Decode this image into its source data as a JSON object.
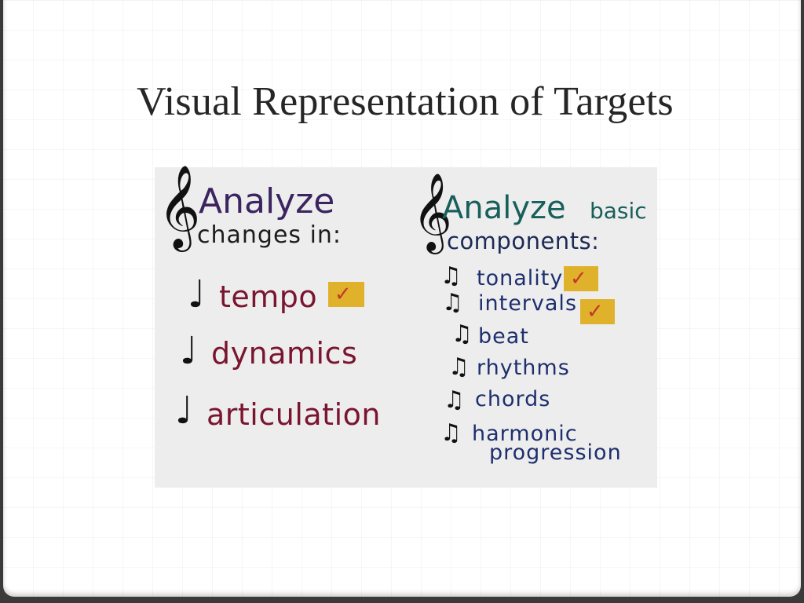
{
  "slide": {
    "title": "Visual Representation of Targets"
  },
  "poster": {
    "left_column": {
      "heading_line1": "Analyze",
      "heading_line2": "changes in:",
      "items": [
        "tempo",
        "dynamics",
        "articulation"
      ],
      "checked": [
        "tempo"
      ]
    },
    "right_column": {
      "heading_line1a": "Analyze",
      "heading_line1b": "basic",
      "heading_line2": "components:",
      "items": [
        "tonality",
        "intervals",
        "beat",
        "rhythms",
        "chords",
        "harmonic",
        "progression"
      ],
      "checked": [
        "tonality",
        "intervals"
      ]
    },
    "icons": {
      "clef": "treble-clef-icon",
      "quarter_note": "quarter-note-icon",
      "beamed_notes": "beamed-eighth-notes-icon",
      "checkmark": "checkmark-icon"
    },
    "colors": {
      "left_heading": "#3b2460",
      "left_items": "#7a1530",
      "right_heading": "#175f5b",
      "right_items": "#1e2f6e",
      "check_box": "#e0b12a",
      "check_mark": "#c0392b"
    }
  }
}
